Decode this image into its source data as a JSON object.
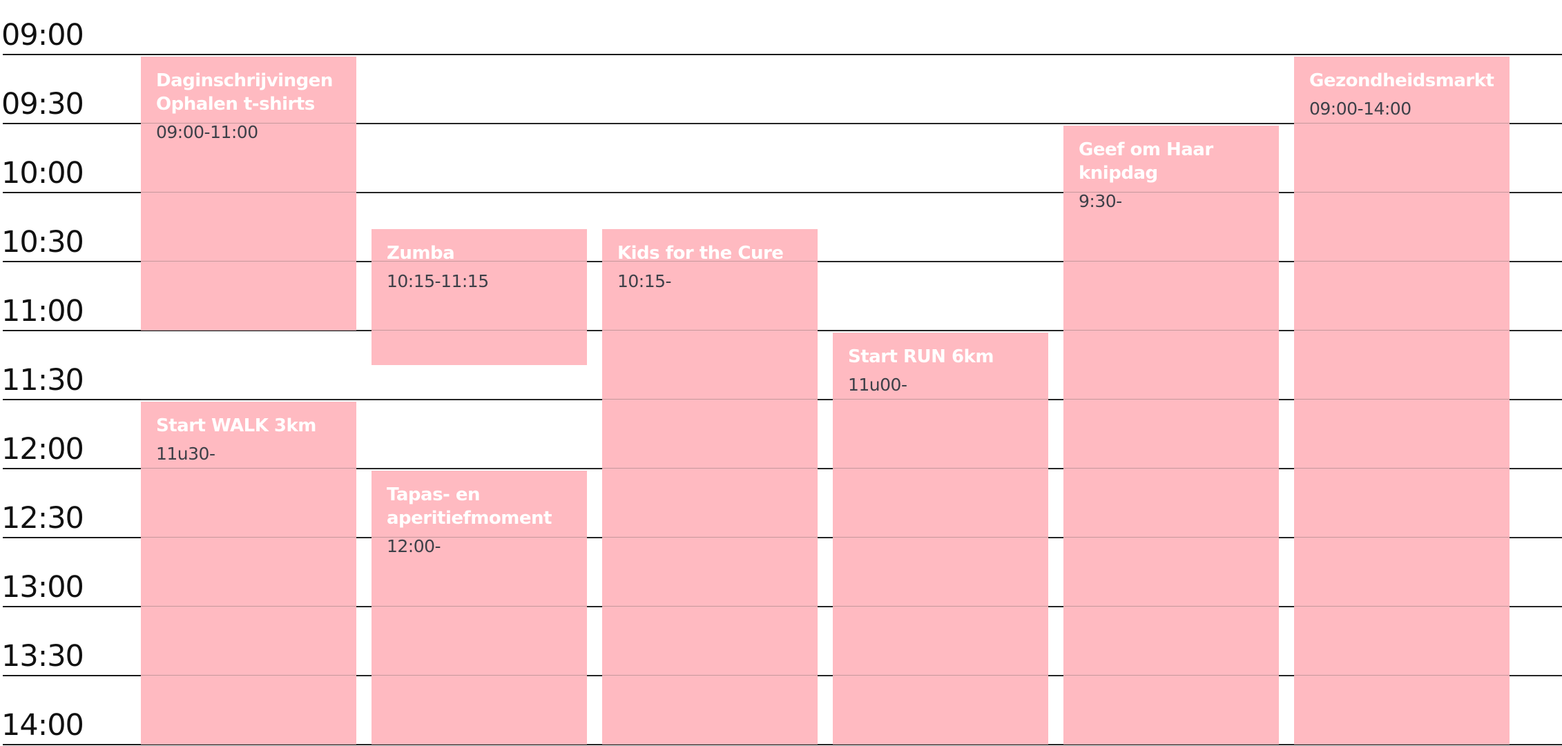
{
  "schedule": {
    "times": [
      "09:00",
      "09:30",
      "10:00",
      "10:30",
      "11:00",
      "11:30",
      "12:00",
      "12:30",
      "13:00",
      "13:30",
      "14:00"
    ],
    "event_color": "#ffbac1",
    "title_color": "#ffffff",
    "time_color": "#3d4048",
    "events": [
      {
        "title_lines": [
          "Daginschrijvingen",
          "Ophalen t-shirts"
        ],
        "time": "09:00-11:00",
        "column": 0,
        "start": "09:00",
        "end": "11:00"
      },
      {
        "title_lines": [
          "Zumba"
        ],
        "time": "10:15-11:15",
        "column": 1,
        "start": "10:15",
        "end": "11:15"
      },
      {
        "title_lines": [
          "Kids for the Cure"
        ],
        "time": "10:15-",
        "column": 2,
        "start": "10:15",
        "end": "14:00"
      },
      {
        "title_lines": [
          "Start RUN 6km"
        ],
        "time": "11u00-",
        "column": 3,
        "start": "11:00",
        "end": "14:00"
      },
      {
        "title_lines": [
          "Geef om Haar",
          "knipdag"
        ],
        "time": "9:30-",
        "column": 4,
        "start": "09:30",
        "end": "14:00"
      },
      {
        "title_lines": [
          "Gezondheidsmarkt"
        ],
        "time": "09:00-14:00",
        "column": 5,
        "start": "09:00",
        "end": "14:00"
      },
      {
        "title_lines": [
          "Start WALK 3km"
        ],
        "time": "11u30-",
        "column": 0,
        "start": "11:30",
        "end": "14:00"
      },
      {
        "title_lines": [
          "Tapas- en",
          "aperitiefmoment"
        ],
        "time": "12:00-",
        "column": 1,
        "start": "12:00",
        "end": "14:00"
      }
    ]
  }
}
